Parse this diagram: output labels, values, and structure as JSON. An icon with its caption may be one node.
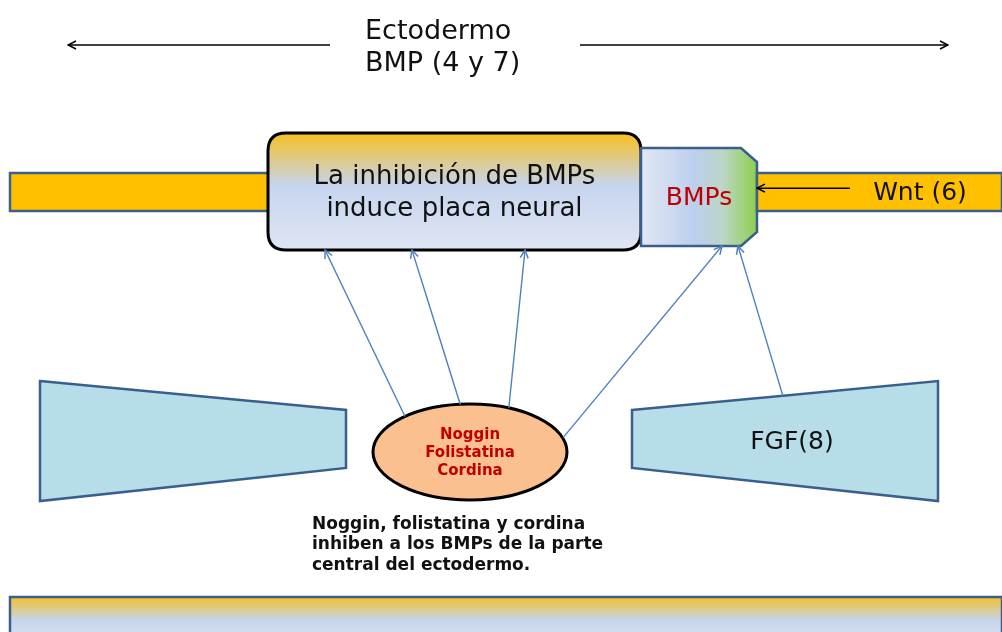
{
  "diagram": {
    "nodes": [
      {
        "text": [
          "Ectodermo BMP (4 y 7)"
        ]
      },
      {
        "text": [],
        "shape": "bar"
      },
      {
        "text": [
          "La inhibición de BMPs induce placa neural"
        ]
      },
      {
        "text": [
          "BMPs"
        ]
      },
      {
        "text": [],
        "shape": "bar"
      },
      {
        "text": [
          "Wnt (6)"
        ],
        "in": 4
      },
      {
        "text": [],
        "shape": "trapezoid"
      },
      {
        "text": [
          "Noggin Folistatina Cordina"
        ]
      },
      {
        "text": [
          "FGF(8)"
        ]
      },
      {
        "text": [],
        "shape": "bar"
      }
    ],
    "edges": [
      {
        "from": 0,
        "to": null,
        "arrow": "to",
        "color": "#000000"
      },
      {
        "from": 0,
        "to": null,
        "arrow": "to",
        "color": "#000000"
      },
      {
        "from": 5,
        "to": 3,
        "arrow": "to",
        "color": "#000000"
      },
      {
        "from": 7,
        "to": 2,
        "arrow": "to"
      },
      {
        "from": 7,
        "to": 2,
        "arrow": "to"
      },
      {
        "from": 7,
        "to": 2,
        "arrow": "to"
      },
      {
        "from": 7,
        "to": 3,
        "arrow": "to"
      },
      {
        "from": 8,
        "to": 3,
        "arrow": "to"
      }
    ],
    "labels": [
      "Noggin, folistatina y cordina inhiben a los BMPs de la parte central del ectodermo."
    ]
  }
}
